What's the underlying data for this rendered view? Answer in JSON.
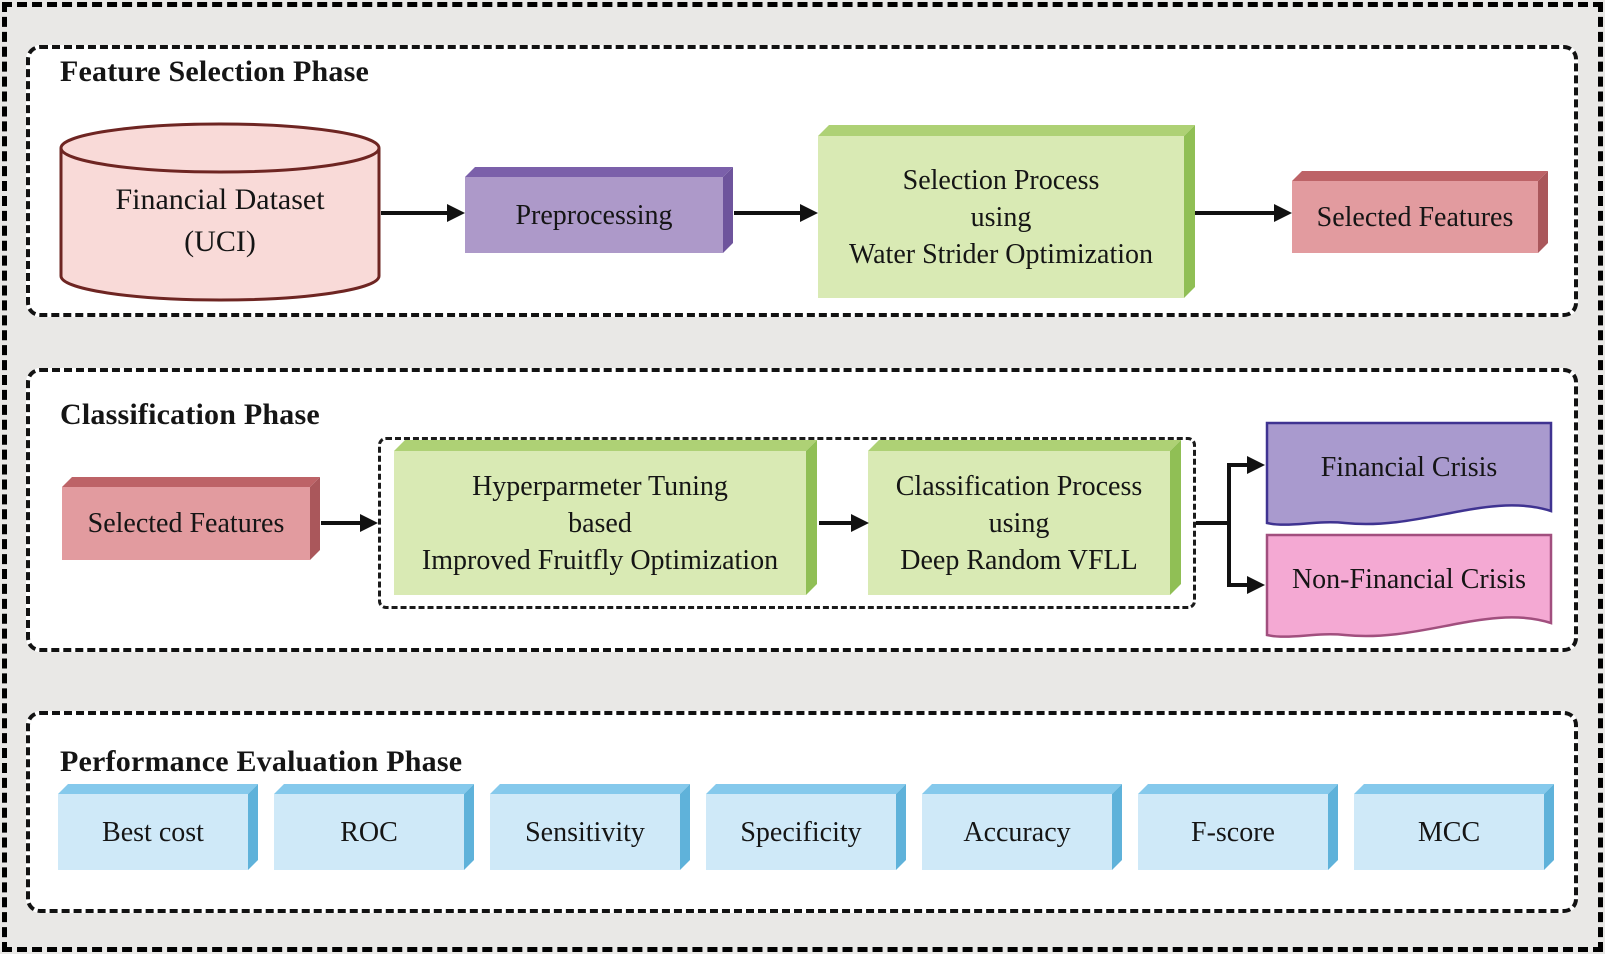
{
  "figure": {
    "type": "flow-diagram",
    "phases": {
      "feature_selection": {
        "title": "Feature Selection Phase",
        "dataset": {
          "line1": "Financial Dataset",
          "line2": "(UCI)"
        },
        "preprocessing": {
          "label": "Preprocessing"
        },
        "selection_process": {
          "line1": "Selection Process",
          "line2": "using",
          "line3": "Water Strider Optimization"
        },
        "selected_features": {
          "label": "Selected Features"
        }
      },
      "classification": {
        "title": "Classification Phase",
        "selected_features": {
          "label": "Selected Features"
        },
        "hyperparameter_tuning": {
          "line1": "Hyperparmeter Tuning",
          "line2": "based",
          "line3": "Improved Fruitfly Optimization"
        },
        "classification_process": {
          "line1": "Classification Process",
          "line2": "using",
          "line3": "Deep Random VFLL"
        },
        "outputs": {
          "financial_crisis": "Financial Crisis",
          "non_financial_crisis": "Non-Financial Crisis"
        }
      },
      "performance_evaluation": {
        "title": "Performance Evaluation Phase",
        "metrics": [
          "Best cost",
          "ROC",
          "Sensitivity",
          "Specificity",
          "Accuracy",
          "F-score",
          "MCC"
        ]
      }
    },
    "colors": {
      "background": "#e9e8e6",
      "panel": "#ffffff",
      "cylinder_fill": "#f9dad8",
      "cylinder_stroke": "#6e2522",
      "purple_face": "#ad99c9",
      "purple_dark": "#7b60aa",
      "green_face": "#d9eab4",
      "green_dark": "#90bf55",
      "rose_face": "#e29b9f",
      "rose_dark": "#aa575b",
      "blue_face": "#cfe9f8",
      "blue_dark": "#5fb2da",
      "doc_purple_fill": "#a99ace",
      "doc_purple_stroke": "#3f3391",
      "doc_pink_fill": "#f4a9d3",
      "doc_pink_stroke": "#a14f7e",
      "arrow": "#111111"
    }
  }
}
